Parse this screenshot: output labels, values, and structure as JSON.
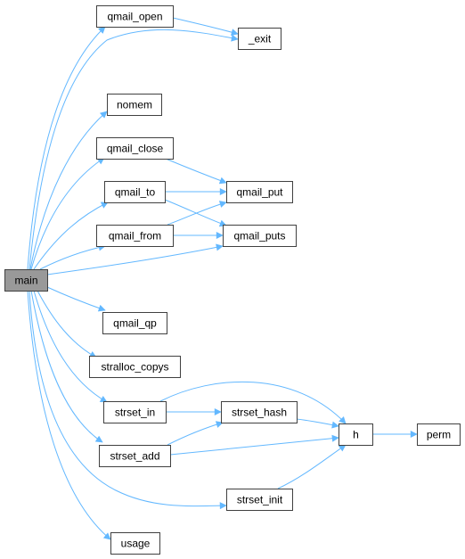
{
  "graph": {
    "colors": {
      "edge": "#63b8ff",
      "node_border": "#404040",
      "node_fill": "#ffffff",
      "root_fill": "#999999",
      "text": "#000000"
    },
    "nodes": [
      {
        "id": "main",
        "label": "main",
        "root": true
      },
      {
        "id": "qmail_open",
        "label": "qmail_open"
      },
      {
        "id": "_exit",
        "label": "_exit"
      },
      {
        "id": "nomem",
        "label": "nomem"
      },
      {
        "id": "qmail_close",
        "label": "qmail_close"
      },
      {
        "id": "qmail_to",
        "label": "qmail_to"
      },
      {
        "id": "qmail_put",
        "label": "qmail_put"
      },
      {
        "id": "qmail_from",
        "label": "qmail_from"
      },
      {
        "id": "qmail_puts",
        "label": "qmail_puts"
      },
      {
        "id": "qmail_qp",
        "label": "qmail_qp"
      },
      {
        "id": "stralloc_copys",
        "label": "stralloc_copys"
      },
      {
        "id": "strset_in",
        "label": "strset_in"
      },
      {
        "id": "strset_hash",
        "label": "strset_hash"
      },
      {
        "id": "h",
        "label": "h"
      },
      {
        "id": "perm",
        "label": "perm"
      },
      {
        "id": "strset_add",
        "label": "strset_add"
      },
      {
        "id": "strset_init",
        "label": "strset_init"
      },
      {
        "id": "usage",
        "label": "usage"
      }
    ],
    "edges": [
      {
        "from": "main",
        "to": "qmail_open"
      },
      {
        "from": "main",
        "to": "_exit"
      },
      {
        "from": "main",
        "to": "nomem"
      },
      {
        "from": "main",
        "to": "qmail_close"
      },
      {
        "from": "main",
        "to": "qmail_to"
      },
      {
        "from": "main",
        "to": "qmail_from"
      },
      {
        "from": "main",
        "to": "qmail_puts"
      },
      {
        "from": "main",
        "to": "qmail_qp"
      },
      {
        "from": "main",
        "to": "stralloc_copys"
      },
      {
        "from": "main",
        "to": "strset_in"
      },
      {
        "from": "main",
        "to": "strset_add"
      },
      {
        "from": "main",
        "to": "strset_init"
      },
      {
        "from": "main",
        "to": "usage"
      },
      {
        "from": "qmail_open",
        "to": "_exit"
      },
      {
        "from": "qmail_close",
        "to": "qmail_put"
      },
      {
        "from": "qmail_to",
        "to": "qmail_put"
      },
      {
        "from": "qmail_to",
        "to": "qmail_puts"
      },
      {
        "from": "qmail_from",
        "to": "qmail_put"
      },
      {
        "from": "qmail_from",
        "to": "qmail_puts"
      },
      {
        "from": "strset_in",
        "to": "strset_hash"
      },
      {
        "from": "strset_in",
        "to": "h"
      },
      {
        "from": "strset_hash",
        "to": "h"
      },
      {
        "from": "strset_add",
        "to": "strset_hash"
      },
      {
        "from": "strset_add",
        "to": "h"
      },
      {
        "from": "strset_init",
        "to": "h"
      },
      {
        "from": "h",
        "to": "perm"
      }
    ]
  }
}
